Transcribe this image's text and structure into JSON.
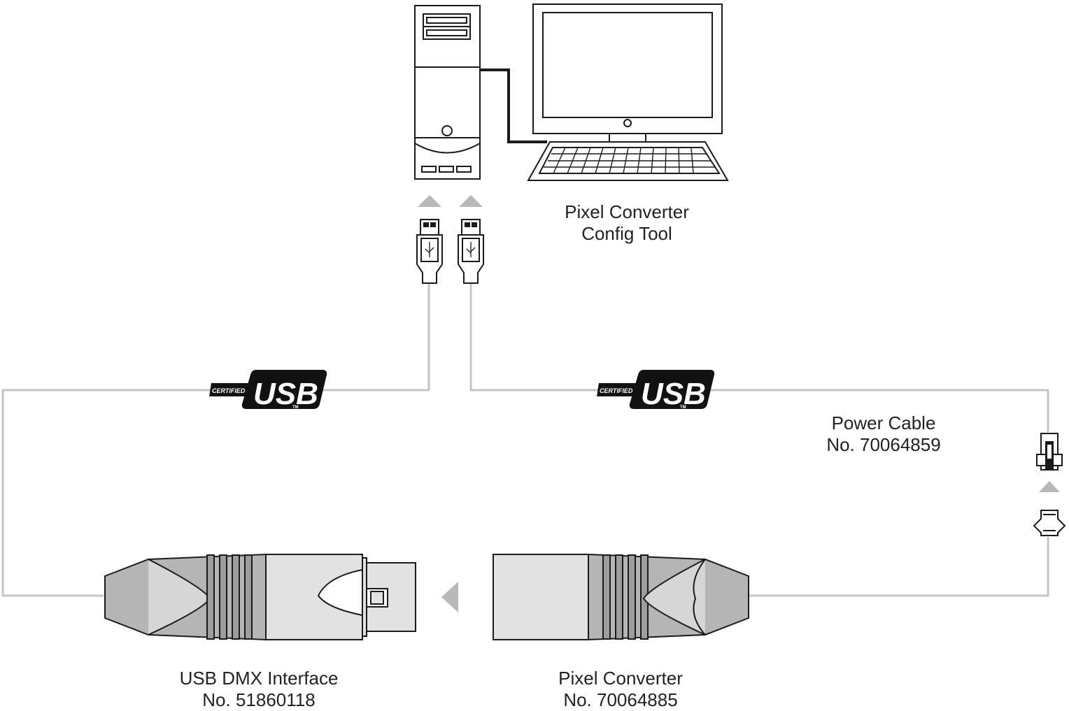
{
  "labels": {
    "config_tool": {
      "line1": "Pixel Converter",
      "line2": "Config Tool"
    },
    "power_cable": {
      "line1": "Power Cable",
      "line2": "No. 70064859"
    },
    "usb_dmx_interface": {
      "line1": "USB DMX Interface",
      "line2": "No. 51860118"
    },
    "pixel_converter": {
      "line1": "Pixel Converter",
      "line2": "No. 70064885"
    }
  },
  "usb_logos": [
    {
      "small_text": "CERTIFIED",
      "big_text": "USB",
      "trademark": "TM"
    },
    {
      "small_text": "CERTIFIED",
      "big_text": "USB",
      "trademark": "TM"
    }
  ],
  "colors": {
    "outline": "#1a1a1a",
    "cable": "#c4c4c4",
    "connector_fill": "#e2e2e2",
    "boot_fill": "#b5b5b5",
    "arrow": "#b8b8b8",
    "logo_black": "#111111"
  }
}
